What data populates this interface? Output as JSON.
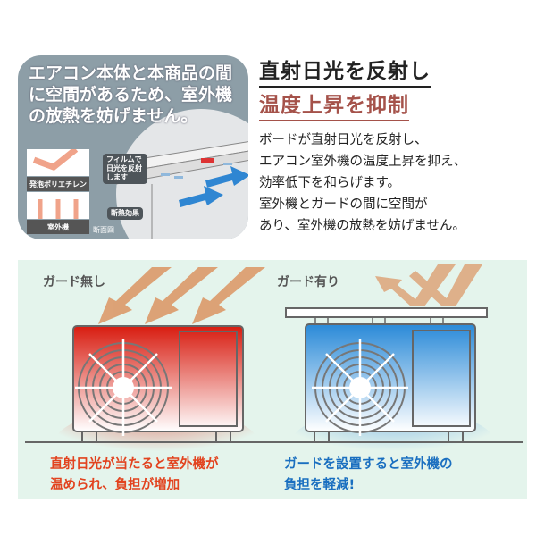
{
  "inset": {
    "title": "エアコン本体と本商品の間に空間があるため、室外機の放熱を妨げません。",
    "layer_top": "発泡ポリエチレン",
    "layer_bottom": "室外機",
    "callout_film": "フィルムで日光を反射します",
    "callout_insulation": "断熱効果",
    "caption": "断面図"
  },
  "heading": {
    "line1": "直射日光を反射し",
    "line2": "温度上昇を抑制"
  },
  "body": {
    "lines": [
      "ボードが直射日光を反射し、",
      "エアコン室外機の温度上昇を抑え、",
      "効率低下を和らげます。",
      "室外機とガードの間に空間が",
      "あり、室外機の放熱を妨げません。"
    ]
  },
  "compare": {
    "without_label": "ガード無し",
    "with_label": "ガード有り",
    "without_caption_1": "直射日光が当たると室外機が",
    "without_caption_2": "温められ、負担が増加",
    "with_caption_1": "ガードを設置すると室外機の",
    "with_caption_2": "負担を軽減!"
  },
  "colors": {
    "hot": "#e2431f",
    "cool": "#1a6fc0",
    "arrow": "#dc9a6a"
  }
}
